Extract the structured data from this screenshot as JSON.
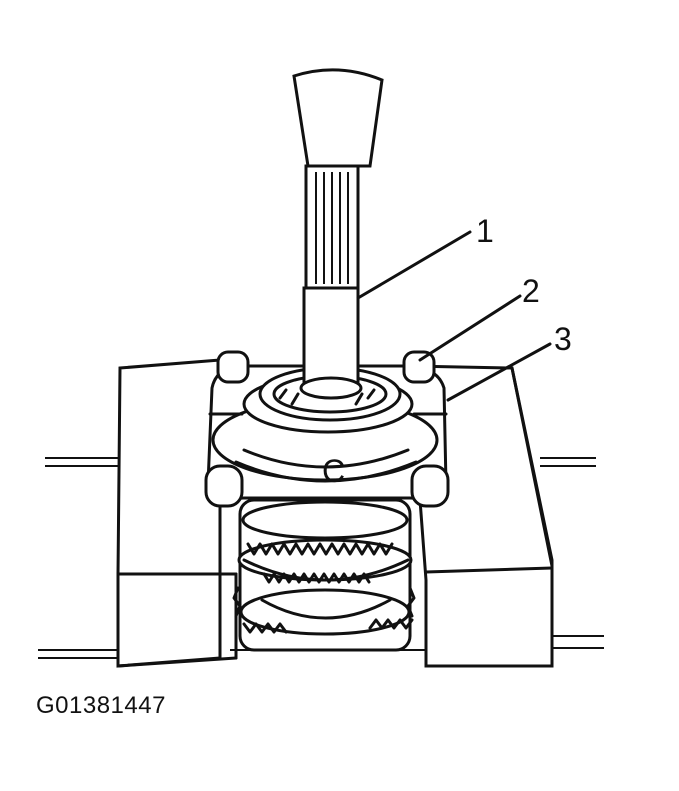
{
  "callouts": [
    {
      "id": "1",
      "label": "1"
    },
    {
      "id": "2",
      "label": "2"
    },
    {
      "id": "3",
      "label": "3"
    }
  ],
  "part_marking": "C",
  "figure_id": "G01381447",
  "colors": {
    "ink": "#111111",
    "paper": "#ffffff"
  }
}
